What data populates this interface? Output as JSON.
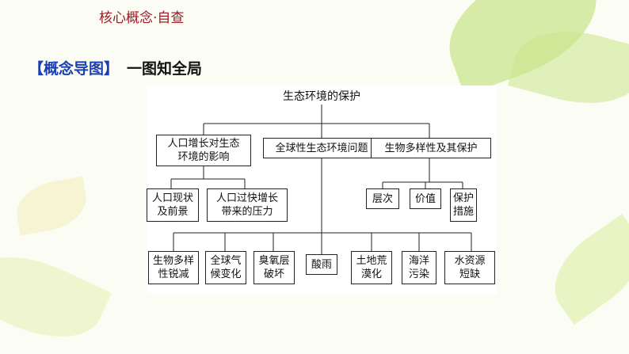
{
  "header": {
    "title": "核心概念·自查"
  },
  "section": {
    "bracket_label": "【概念导图】",
    "title": "一图知全局"
  },
  "diagram": {
    "root": "生态环境的保护",
    "level1": [
      "人口增长对生态\n环境的影响",
      "全球性生态环境问题",
      "生物多样性及其保护"
    ],
    "population": [
      "人口现状\n及前景",
      "人口过快增长\n带来的压力"
    ],
    "biodiversity": [
      "层次",
      "价值",
      "保护\n措施"
    ],
    "global_problems": [
      "生物多样\n性锐减",
      "全球气\n候变化",
      "臭氧层\n破坏",
      "酸雨",
      "土地荒\n漠化",
      "海洋\n污染",
      "水资源\n短缺"
    ]
  },
  "colors": {
    "header": "#9b1c26",
    "bracket": "#1a3fb4"
  }
}
